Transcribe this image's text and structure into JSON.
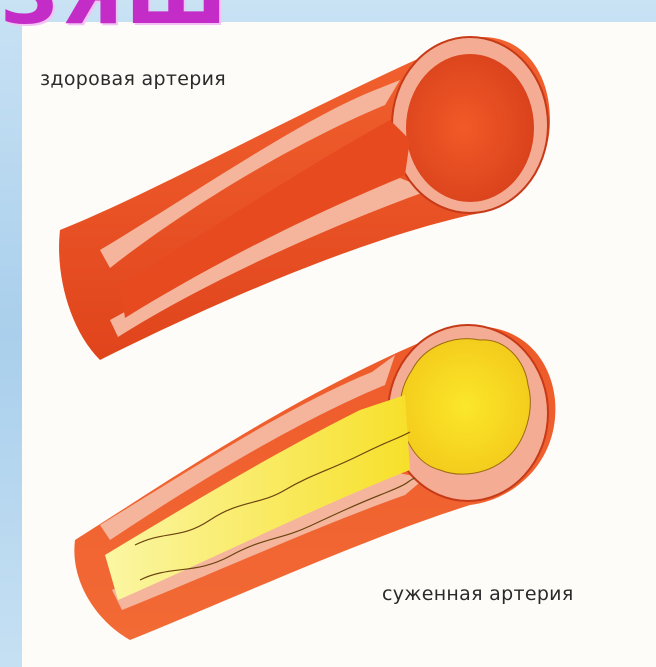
{
  "heading_fragment": "ЗЯШ",
  "labels": {
    "healthy": "здоровая артерия",
    "narrowed": "суженная артерия"
  },
  "colors": {
    "background_blue": "#b9d8ef",
    "panel": "#fdfcf8",
    "artery_wall": "#e4542a",
    "artery_lumen": "#e84b1f",
    "inner_layer": "#f0b49b",
    "plaque": "#f7e21a",
    "heading": "#c42cc7"
  }
}
